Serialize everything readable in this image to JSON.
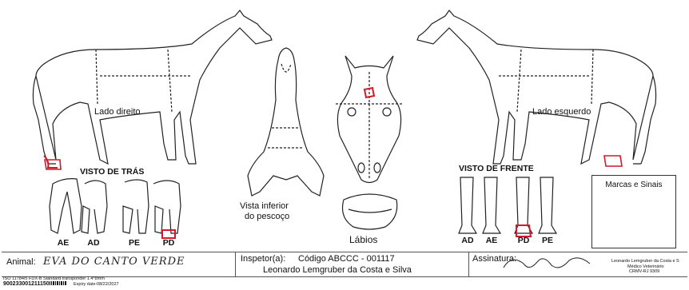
{
  "labels": {
    "lado_direito": "Lado direito",
    "lado_esquerdo": "Lado esquerdo",
    "visto_de_tras": "VISTO DE TRÁS",
    "visto_de_frente": "VISTO DE FRENTE",
    "vista_inferior_line1": "Vista inferior",
    "vista_inferior_line2": "do pescoço",
    "labios": "Lábios",
    "marcas_e_sinais": "Marcas e Sinais"
  },
  "rear_legs": [
    "AE",
    "AD",
    "PE",
    "PD"
  ],
  "front_legs": [
    "AD",
    "AE",
    "PD",
    "PE"
  ],
  "footer": {
    "animal_label": "Animal:",
    "animal_value": "EVA DO CANTO VERDE",
    "inspector_label": "Inspetor(a):",
    "inspector_code": "Código ABCCC - 001117",
    "inspector_name": "Leonardo Lemgruber da Costa e Silva",
    "signature_label": "Assinatura:",
    "stamp_line1": "Leonardo Lemgruber da Costa e S",
    "stamp_line2": "Médico Veterinário",
    "stamp_line3": "CRMV-RJ 9309",
    "transponder_line": "ISO 11784/5 FDX-B   Standard transponder 1.4*8mm",
    "chip_number": "900233001211150",
    "expiry": "Expiry date:08/22/2027"
  },
  "colors": {
    "marking": "#d11a2a",
    "line": "#222222"
  },
  "icons": [
    "horse-right-side-icon",
    "horse-left-side-icon",
    "neck-underside-icon",
    "horse-head-front-icon",
    "lips-icon"
  ]
}
